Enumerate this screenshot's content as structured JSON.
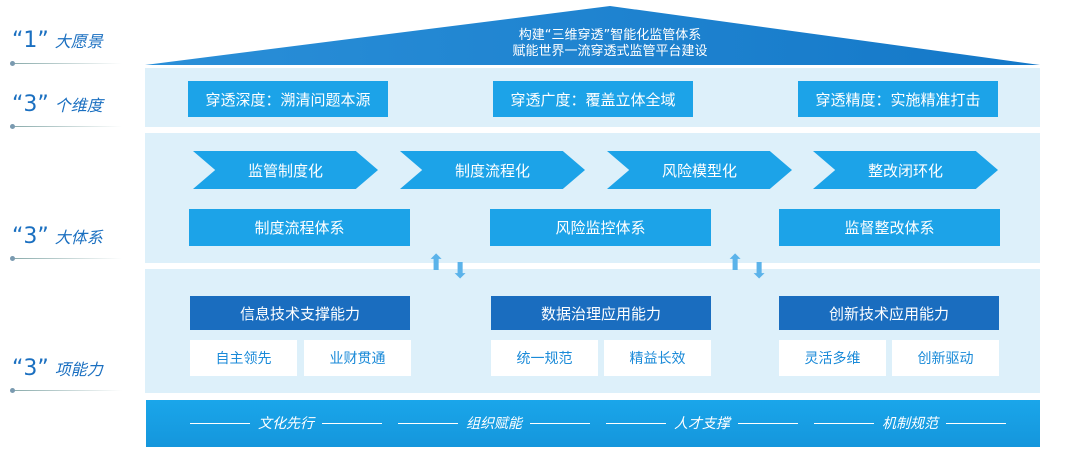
{
  "left_labels": [
    {
      "num": "“1”",
      "text": "大愿景"
    },
    {
      "num": "“3”",
      "text": "个维度"
    },
    {
      "num": "“3”",
      "text": "大体系"
    },
    {
      "num": "“3”",
      "text": "项能力"
    }
  ],
  "roof": {
    "line1": "构建“三维穿透”智能化监管体系",
    "line2": "赋能世界一流穿透式监管平台建设"
  },
  "dimensions": [
    "穿透深度：溯清问题本源",
    "穿透广度：覆盖立体全域",
    "穿透精度：实施精准打击"
  ],
  "process": [
    "监管制度化",
    "制度流程化",
    "风险模型化",
    "整改闭环化"
  ],
  "systems": [
    "制度流程体系",
    "风险监控体系",
    "监督整改体系"
  ],
  "capabilities": [
    {
      "title": "信息技术支撑能力",
      "items": [
        "自主领先",
        "业财贯通"
      ]
    },
    {
      "title": "数据治理应用能力",
      "items": [
        "统一规范",
        "精益长效"
      ]
    },
    {
      "title": "创新技术应用能力",
      "items": [
        "灵活多维",
        "创新驱动"
      ]
    }
  ],
  "foundation": [
    "文化先行",
    "组织赋能",
    "人才支撑",
    "机制规范"
  ],
  "colors": {
    "cyan": "#1ca3e8",
    "dark": "#1a6dbf",
    "panel": "#ddf0fa"
  }
}
